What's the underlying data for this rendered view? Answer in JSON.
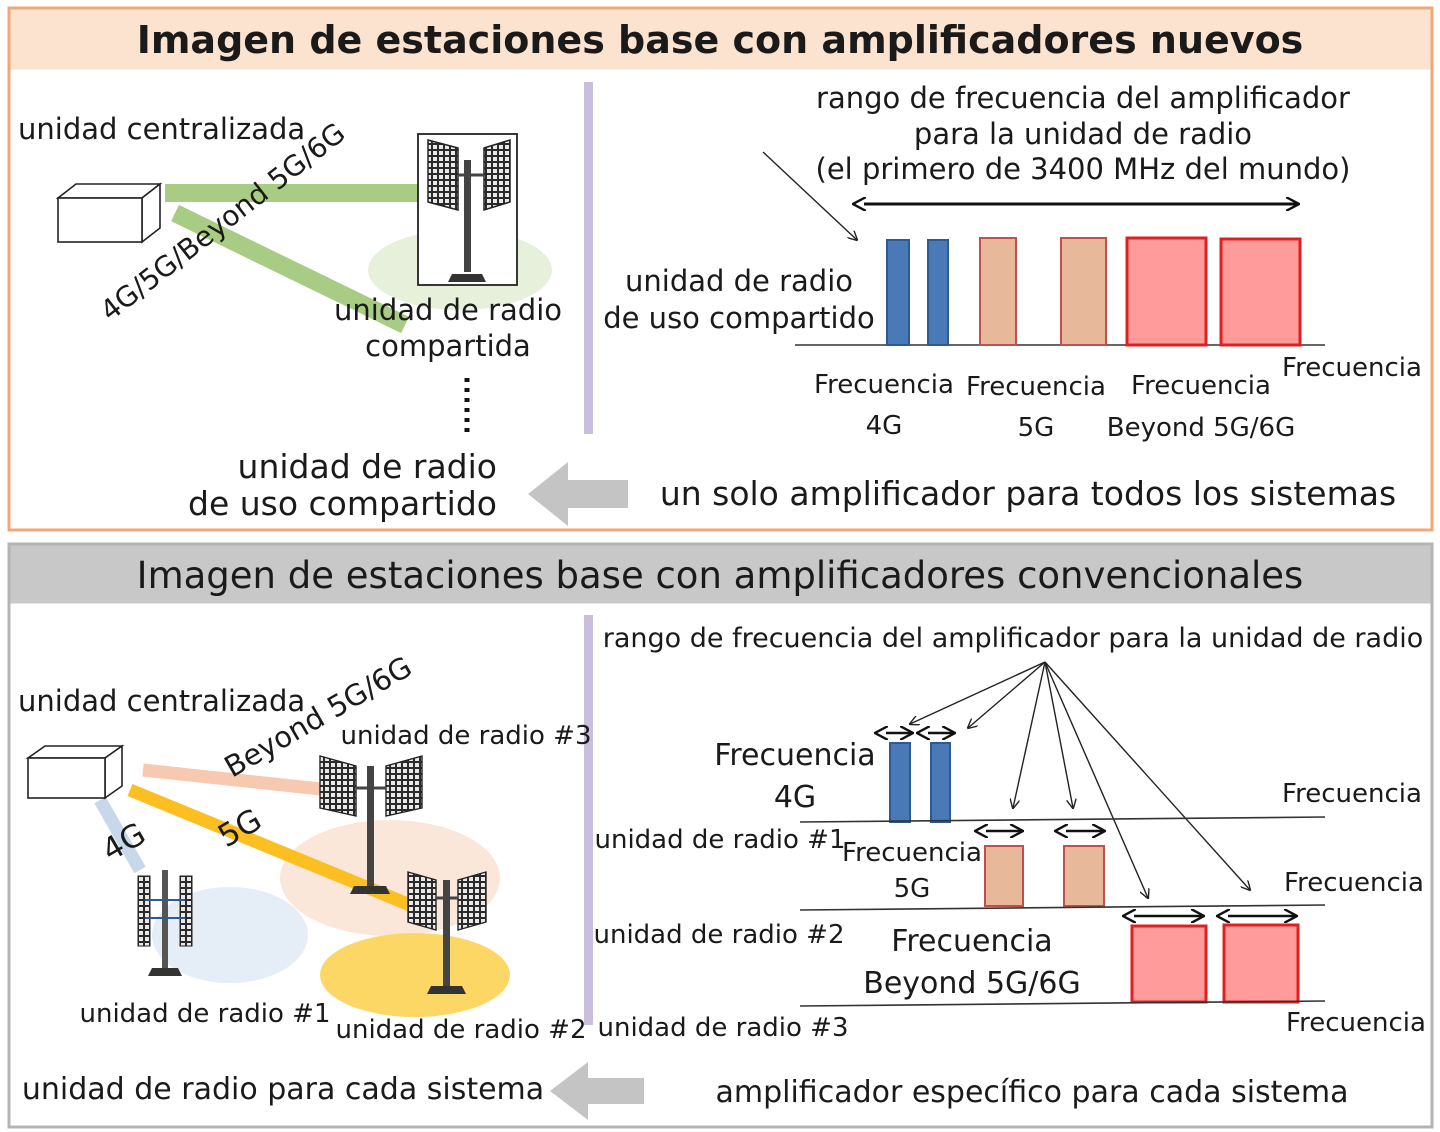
{
  "top": {
    "title": "Imagen de estaciones base con amplificadores nuevos",
    "cu_label": "unidad centralizada",
    "link_label": "4G/5G/Beyond 5G/6G",
    "ru_label_1": "unidad de radio",
    "ru_label_2": "compartida",
    "range_line1": "rango de frecuencia del amplificador",
    "range_line2": "para la unidad de radio",
    "range_line3": "(el primero de 3400 MHz del mundo)",
    "shared_ru_1": "unidad de radio",
    "shared_ru_2": "de uso compartido",
    "axis_label": "Frecuencia",
    "band_4g_1": "Frecuencia",
    "band_4g_2": "4G",
    "band_5g_1": "Frecuencia",
    "band_5g_2": "5G",
    "band_b5g_1": "Frecuencia",
    "band_b5g_2": "Beyond 5G/6G",
    "bottom_left_1": "unidad de radio",
    "bottom_left_2": "de uso compartido",
    "bottom_right": "un solo amplificador para todos los sistemas"
  },
  "bottom": {
    "title": "Imagen de estaciones base con amplificadores convencionales",
    "cu_label": "unidad centralizada",
    "link_b5g": "Beyond 5G/6G",
    "link_5g": "5G",
    "link_4g": "4G",
    "ru3_label": "unidad de radio #3",
    "ru1_label": "unidad de radio #1",
    "ru2_label": "unidad de radio #2",
    "range_label": "rango de frecuencia del amplificador para la unidad de radio",
    "band_4g_1": "Frecuencia",
    "band_4g_2": "4G",
    "band_5g_1": "Frecuencia",
    "band_5g_2": "5G",
    "band_b5g_1": "Frecuencia",
    "band_b5g_2": "Beyond 5G/6G",
    "row1_label": "unidad de radio #1",
    "row2_label": "unidad de radio #2",
    "row3_label": "unidad de radio #3",
    "axis1": "Frecuencia",
    "axis2": "Frecuencia",
    "axis3": "Frecuencia",
    "bottom_left": "unidad de radio para cada sistema",
    "bottom_right": "amplificador específico para cada sistema"
  },
  "colors": {
    "top_frame": "#f0a878",
    "top_header": "#fbe3cf",
    "bottom_frame": "#b4b4b4",
    "bottom_header": "#c8c8c8",
    "divider": "#c9bedd",
    "band_4g": "#4a79b8",
    "band_5g": "#e8b89a",
    "band_b5g": "#ff9b9b",
    "link_green": "#a9cc84",
    "link_orange": "#f7c9b0",
    "link_yellow": "#fbbf22",
    "link_blue": "#c7d8ea",
    "arrow_gray": "#c4c4c4"
  }
}
